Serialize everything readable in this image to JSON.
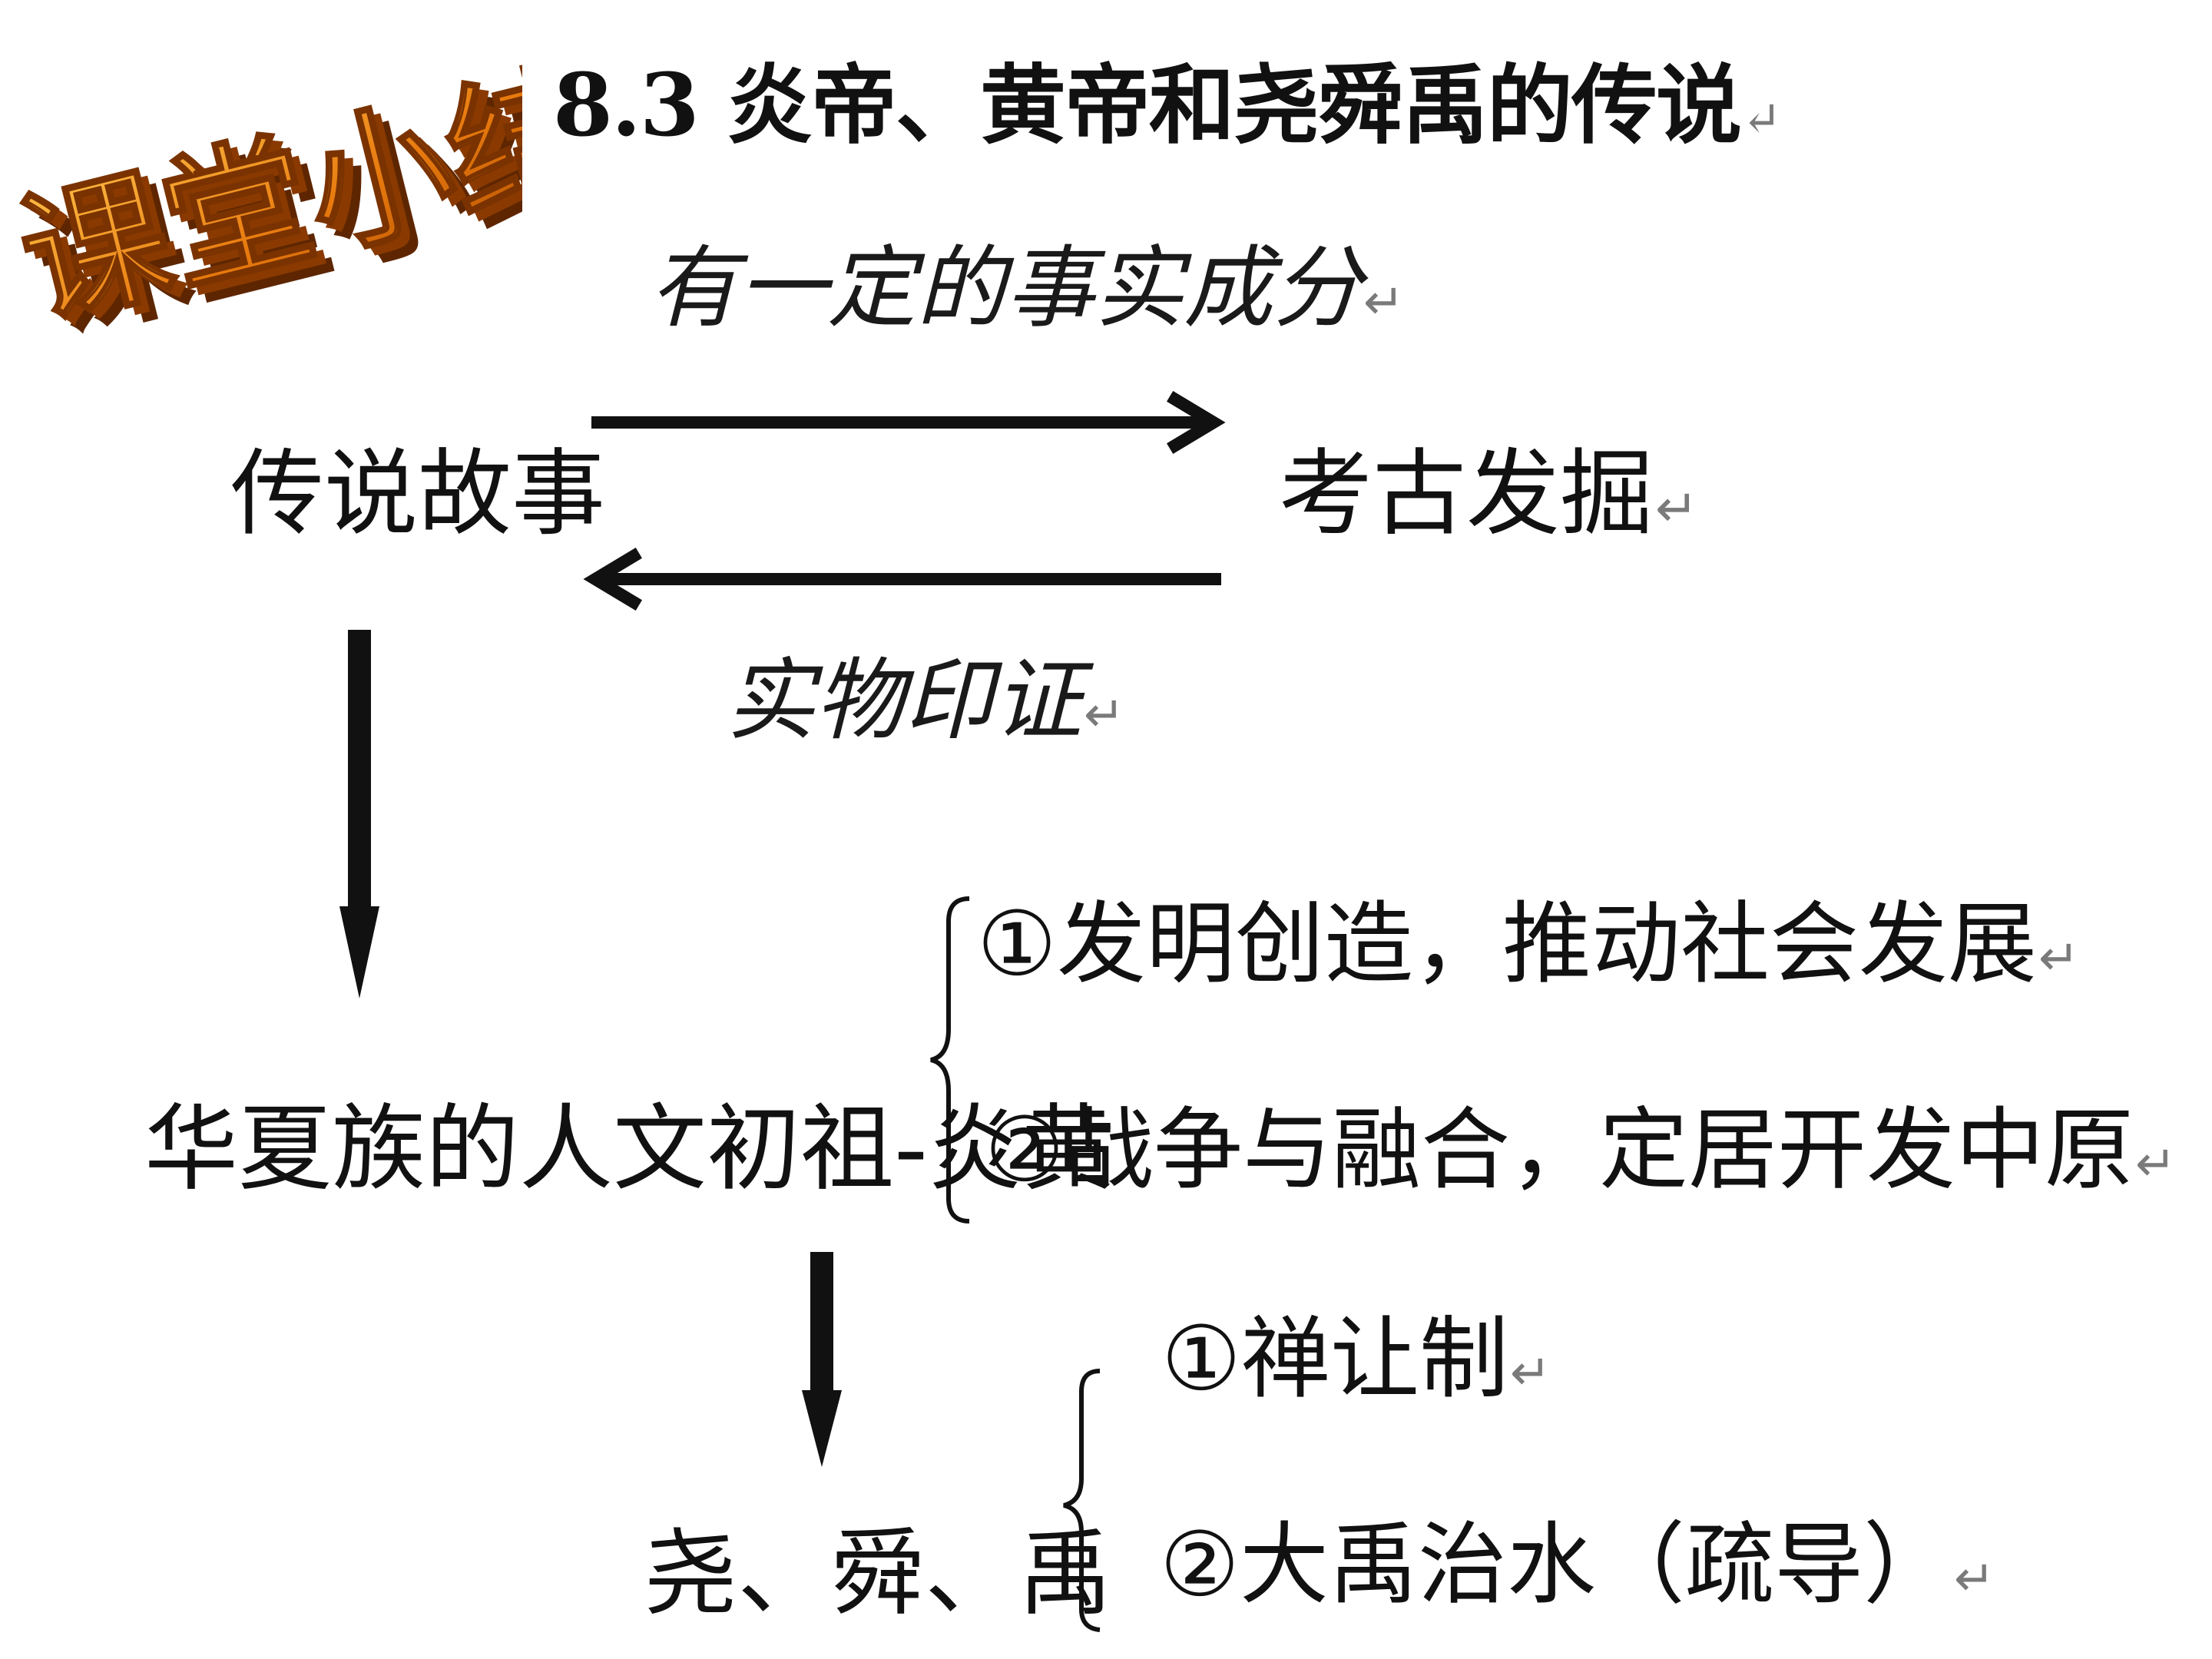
{
  "badge": {
    "text": "课堂小结",
    "colors": {
      "face": "#e87a0e",
      "light": "#ffc24a",
      "shadow": "#7a3300"
    }
  },
  "title": "8.3 炎帝、黄帝和尧舜禹的传说",
  "return_mark": "↵",
  "nodes": {
    "legend": "传说故事",
    "archaeology": "考古发掘",
    "ancestors": "华夏族的人文初祖-炎黄",
    "yao_shun_yu": "尧、舜、禹"
  },
  "arrow_labels": {
    "top": "有一定的事实成分",
    "bottom": "实物印证"
  },
  "ancestor_points": [
    "①发明创造，推动社会发展",
    "②战争与融合，定居开发中原"
  ],
  "yao_shun_yu_points": [
    "①禅让制",
    "②大禹治水（疏导）"
  ],
  "colors": {
    "text": "#111111",
    "arrow": "#111111",
    "mark": "#7a7a7a"
  }
}
